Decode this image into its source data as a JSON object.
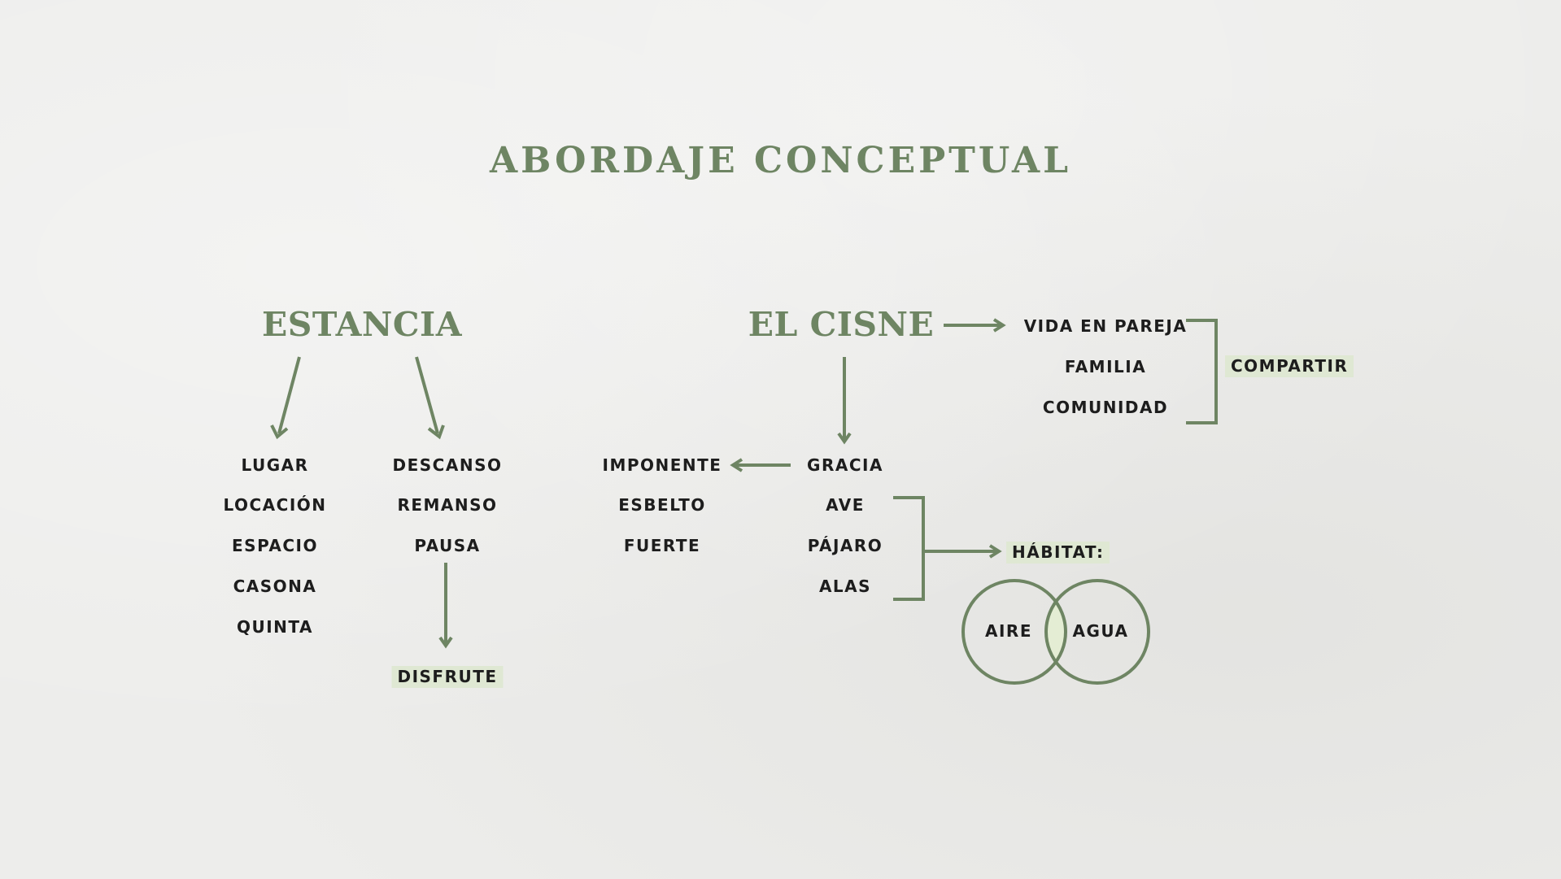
{
  "title": "ABORDAJE CONCEPTUAL",
  "colors": {
    "accent": "#6e8563",
    "text": "#1d1d1d",
    "highlight": "#dfe8d3",
    "overlap": "#e4edd4",
    "background": "#ededeb"
  },
  "estancia": {
    "heading": "ESTANCIA",
    "column_a": [
      "LUGAR",
      "LOCACIÓN",
      "ESPACIO",
      "CASONA",
      "QUINTA"
    ],
    "column_b": [
      "DESCANSO",
      "REMANSO",
      "PAUSA"
    ],
    "result": "DISFRUTE"
  },
  "cisne": {
    "heading": "EL CISNE",
    "right_list": [
      "VIDA EN PAREJA",
      "FAMILIA",
      "COMUNIDAD"
    ],
    "right_result": "COMPARTIR",
    "center_list": [
      "GRACIA",
      "AVE",
      "PÁJARO",
      "ALAS"
    ],
    "left_list": [
      "IMPONENTE",
      "ESBELTO",
      "FUERTE"
    ],
    "habitat_label": "HÁBITAT:",
    "venn": [
      "AIRE",
      "AGUA"
    ]
  }
}
